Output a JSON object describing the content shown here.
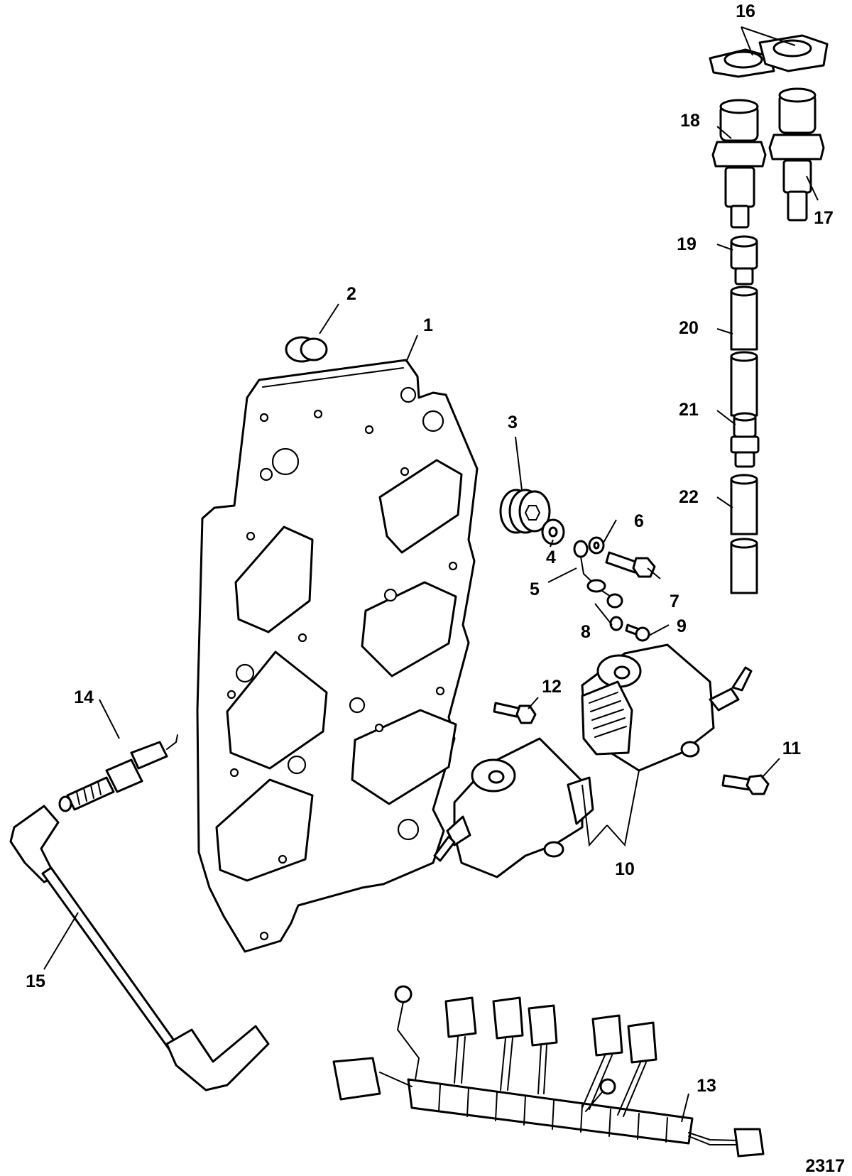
{
  "figure_number": "2317",
  "callouts": [
    "1",
    "2",
    "3",
    "4",
    "5",
    "6",
    "7",
    "8",
    "9",
    "10",
    "11",
    "12",
    "13",
    "14",
    "15",
    "16",
    "17",
    "18",
    "19",
    "20",
    "21",
    "22"
  ]
}
